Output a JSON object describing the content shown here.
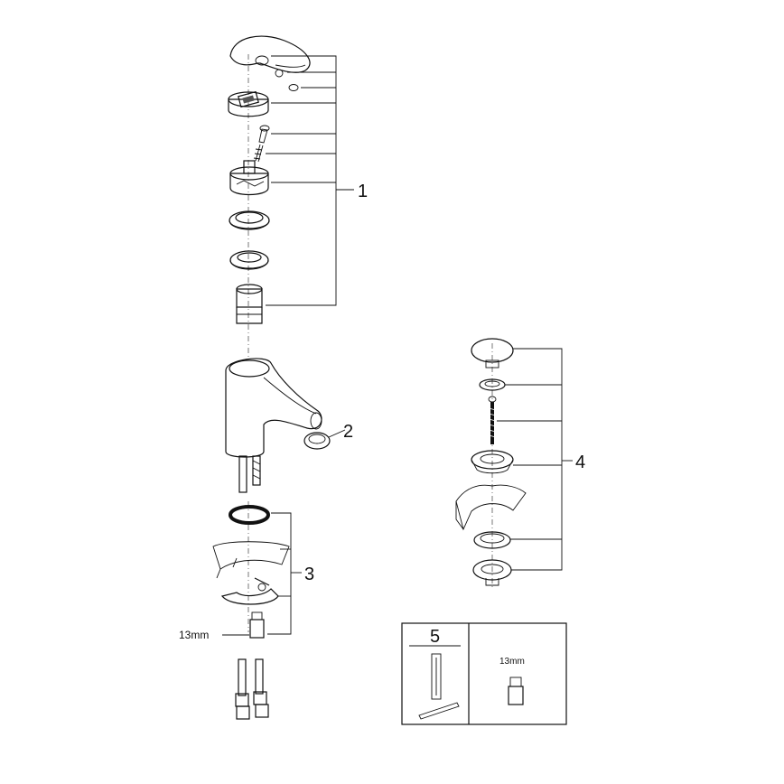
{
  "callouts": {
    "c1": "1",
    "c2": "2",
    "c3": "3",
    "c4": "4",
    "c5": "5"
  },
  "labels": {
    "wrench_size_left": "13mm",
    "wrench_size_box": "13mm"
  },
  "colors": {
    "line": "#111111",
    "metal_light": "#e9e9e9",
    "metal_mid": "#bdbdbd",
    "metal_dark": "#555555"
  }
}
